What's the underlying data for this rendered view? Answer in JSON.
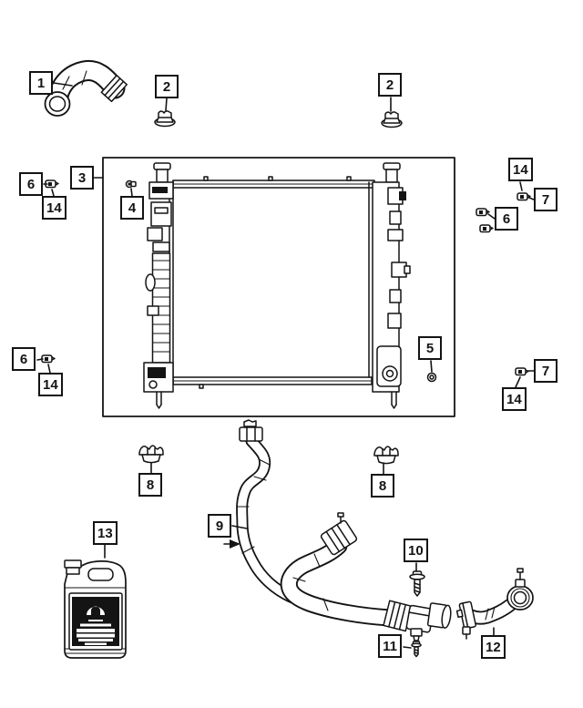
{
  "figure": {
    "type": "parts-diagram",
    "background": "#ffffff",
    "line_color": "#141414",
    "callout_box_fill": "#ffffff",
    "callout_border_color": "#141414"
  },
  "icons": {
    "grommet": "push-pin-grommet-icon",
    "clip": "retainer-clip-icon",
    "clamp": "hose-clamp-icon",
    "screw": "screw-icon",
    "plug": "drain-plug-icon",
    "pin": "pin-fastener-icon",
    "jug_logo": "mopar-m-logo"
  },
  "callouts": [
    {
      "label": "1"
    },
    {
      "label": "2"
    },
    {
      "label": "2"
    },
    {
      "label": "3"
    },
    {
      "label": "6"
    },
    {
      "label": "14"
    },
    {
      "label": "4"
    },
    {
      "label": "14"
    },
    {
      "label": "7"
    },
    {
      "label": "6"
    },
    {
      "label": "6"
    },
    {
      "label": "14"
    },
    {
      "label": "5"
    },
    {
      "label": "7"
    },
    {
      "label": "14"
    },
    {
      "label": "8"
    },
    {
      "label": "8"
    },
    {
      "label": "9"
    },
    {
      "label": "13"
    },
    {
      "label": "10"
    },
    {
      "label": "11"
    },
    {
      "label": "12"
    }
  ]
}
